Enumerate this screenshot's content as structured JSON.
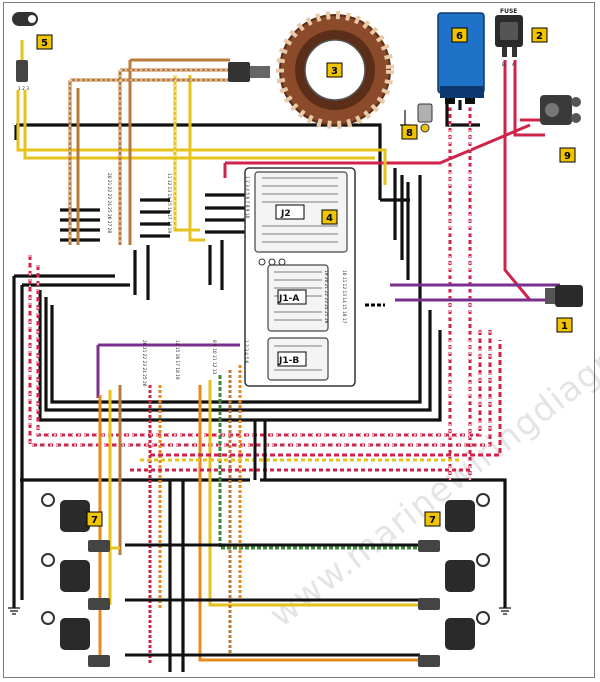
{
  "diagram": {
    "callouts": [
      {
        "id": "1",
        "label": "1"
      },
      {
        "id": "2",
        "label": "2"
      },
      {
        "id": "3",
        "label": "3"
      },
      {
        "id": "4",
        "label": "4"
      },
      {
        "id": "5",
        "label": "5"
      },
      {
        "id": "6",
        "label": "6"
      },
      {
        "id": "7a",
        "label": "7"
      },
      {
        "id": "7b",
        "label": "7"
      },
      {
        "id": "8",
        "label": "8"
      },
      {
        "id": "9",
        "label": "9"
      }
    ],
    "connectors": {
      "j2": "J2",
      "j1a": "J1-A",
      "j1b": "J1-B",
      "fuse": "FUSE"
    },
    "small_labels": {
      "sensor_pins": "1 2 3",
      "j2_pins": "1 2 3 4 5 6 7 8 9 10",
      "j1a_pins_left": "19 20 21 22 23 24 25 26",
      "j1a_pins_right": "10 11 12 13 14 15 16 17",
      "j1b_pins_a": "20 21 22 23 24 25 26",
      "j1b_pins_b": "14 15 16 17 18 19",
      "j1b_pins_c": "8 9 10 11 12 13",
      "j1b_pins_d": "1 2 3 4 5 6",
      "left_pins_a": "20 21 22 23 24 25 26 27 28",
      "left_pins_b": "11 12 13 14 15 16 17 18 19",
      "relay_a": "A",
      "relay_b": "B"
    },
    "watermark": "www.marinewiringdiagram.com",
    "colors": {
      "callout_fill": "#f0c400",
      "ecu_blue": "#1f72c8",
      "wire_black": "#111111",
      "wire_red": "#d0234a",
      "wire_purple": "#7a2f8f",
      "wire_yellow": "#e6c21a",
      "wire_tan": "#b97a3a",
      "wire_white": "#f4f4f4",
      "wire_orange": "#e8891c",
      "wire_green": "#3a8a3a"
    }
  }
}
